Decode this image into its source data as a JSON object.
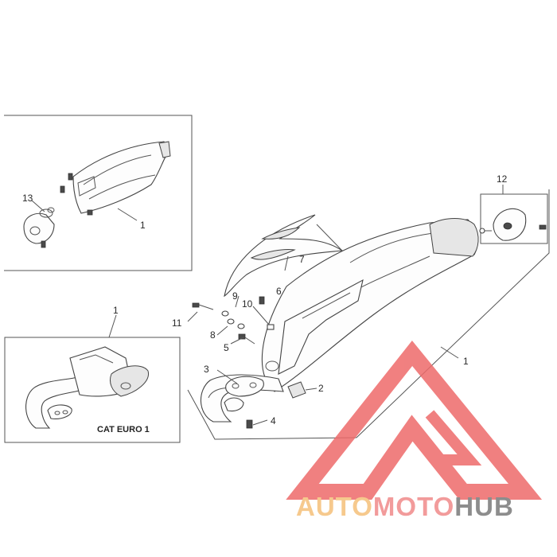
{
  "labels": {
    "n1": "1",
    "n2": "2",
    "n3": "3",
    "n4": "4",
    "n5": "5",
    "n6": "6",
    "n7": "7",
    "n8": "8",
    "n9": "9",
    "n10": "10",
    "n11": "11",
    "n12": "12",
    "n13": "13"
  },
  "inset_top_left": {
    "part_number": "1",
    "fastener_number": "13"
  },
  "inset_bottom_left": {
    "part_number": "1",
    "caption": "CAT EURO 1"
  },
  "watermark": {
    "part1": "AUTO",
    "part2": "MOTO",
    "part3": "HUB",
    "colors": {
      "auto": "#f5c07a",
      "moto": "#f08a8a",
      "hub": "#7a7a7a",
      "logo": "#ee6a6a"
    }
  }
}
